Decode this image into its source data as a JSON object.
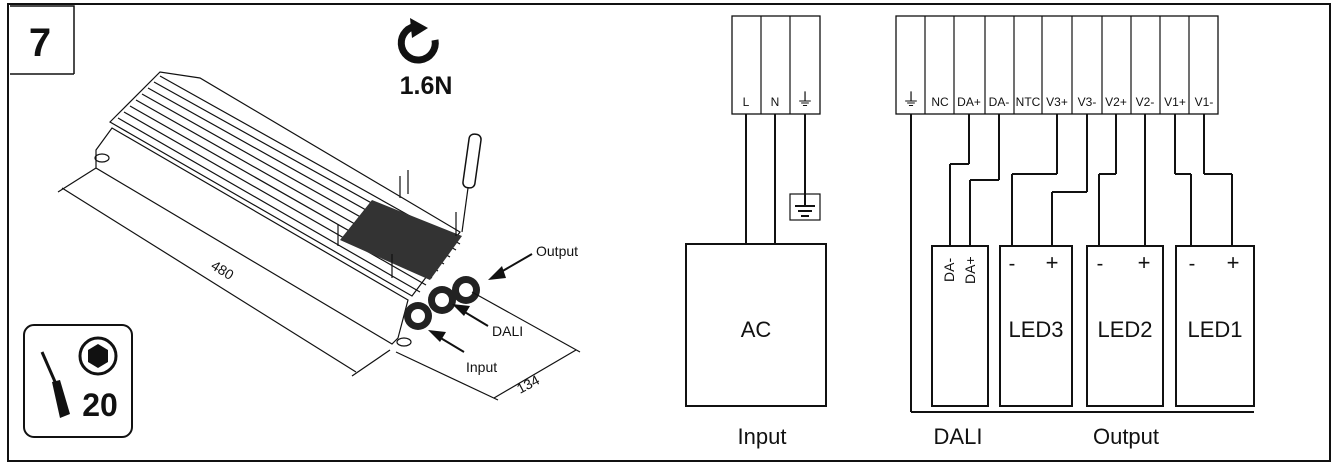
{
  "step": {
    "number": "7"
  },
  "torque": {
    "value": "1.6N",
    "icon": "rotate-clockwise-icon"
  },
  "tool": {
    "size": "20",
    "icons": [
      "screwdriver-icon",
      "hex-bit-icon"
    ]
  },
  "device": {
    "length_label": "480",
    "width_label": "134",
    "labels": {
      "output": "Output",
      "dali": "DALI",
      "input": "Input"
    }
  },
  "terminals_ac": [
    "L",
    "N",
    "⏚"
  ],
  "terminals_out": [
    "⏚",
    "NC",
    "DA+",
    "DA-",
    "NTC",
    "V3+",
    "V3-",
    "V2+",
    "V2-",
    "V1+",
    "V1-"
  ],
  "boxes": {
    "ac": "AC",
    "dali_pins": [
      "DA-",
      "DA+"
    ],
    "led3": {
      "label": "LED3",
      "minus": "-",
      "plus": "+"
    },
    "led2": {
      "label": "LED2",
      "minus": "-",
      "plus": "+"
    },
    "led1": {
      "label": "LED1",
      "minus": "-",
      "plus": "+"
    }
  },
  "captions": {
    "input": "Input",
    "dali": "DALI",
    "output": "Output"
  }
}
